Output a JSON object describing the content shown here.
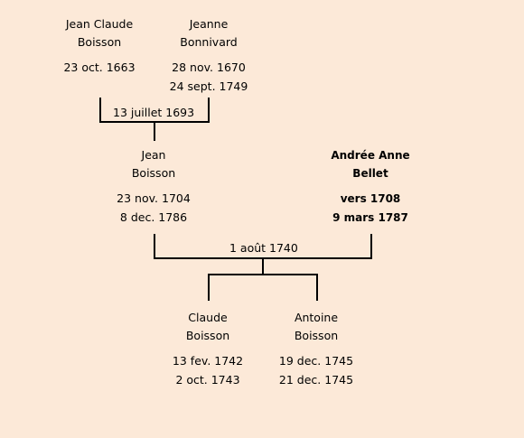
{
  "people": {
    "jean_claude": {
      "first": "Jean Claude",
      "last": "Boisson",
      "birth": "23 oct. 1663",
      "death": ""
    },
    "jeanne": {
      "first": "Jeanne",
      "last": "Bonnivard",
      "birth": "28 nov. 1670",
      "death": "24 sept. 1749"
    },
    "jean": {
      "first": "Jean",
      "last": "Boisson",
      "birth": "23 nov. 1704",
      "death": "8 dec. 1786"
    },
    "andree": {
      "first": "Andrée Anne",
      "last": "Bellet",
      "birth": "vers 1708",
      "death": "9 mars 1787"
    },
    "claude": {
      "first": "Claude",
      "last": "Boisson",
      "birth": "13 fev. 1742",
      "death": "2 oct. 1743"
    },
    "antoine": {
      "first": "Antoine",
      "last": "Boisson",
      "birth": "19 dec. 1745",
      "death": "21 dec. 1745"
    }
  },
  "marriages": {
    "m1693": "13 juillet 1693",
    "m1740": "1 août 1740"
  },
  "colors": {
    "background": "#fce9d8",
    "lines": "#000000"
  }
}
